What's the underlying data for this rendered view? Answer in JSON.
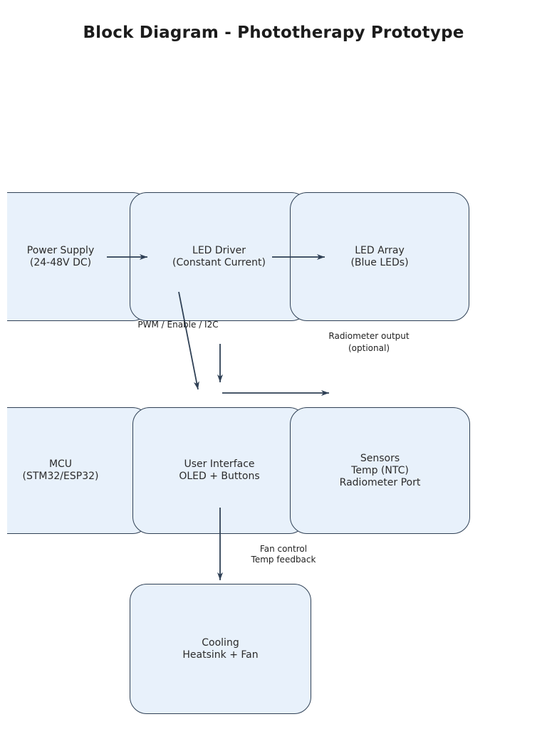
{
  "title": "Block Diagram - Phototherapy Prototype",
  "colors": {
    "node_fill": "#e8f1fb",
    "node_border": "#2f4055",
    "arrow": "#2f4055",
    "text": "#2b2b2b"
  },
  "nodes": {
    "power_supply": {
      "line1": "Power Supply",
      "line2": "(24-48V DC)"
    },
    "led_driver": {
      "line1": "LED Driver",
      "line2": "(Constant Current)"
    },
    "led_array": {
      "line1": "LED Array",
      "line2": "(Blue LEDs)"
    },
    "mcu": {
      "line1": "MCU",
      "line2": "(STM32/ESP32)"
    },
    "user_interface": {
      "line1": "User Interface",
      "line2": "OLED + Buttons"
    },
    "sensors": {
      "line1": "Sensors",
      "line2": "Temp (NTC)",
      "line3": "Radiometer Port"
    },
    "cooling": {
      "line1": "Cooling",
      "line2": "Heatsink + Fan"
    }
  },
  "edge_labels": {
    "pwm": {
      "line1": "PWM / Enable / I2C"
    },
    "radiometer": {
      "line1": "Radiometer output",
      "line2": "(optional)"
    },
    "fan": {
      "line1": "Fan control",
      "line2": "Temp feedback"
    }
  }
}
